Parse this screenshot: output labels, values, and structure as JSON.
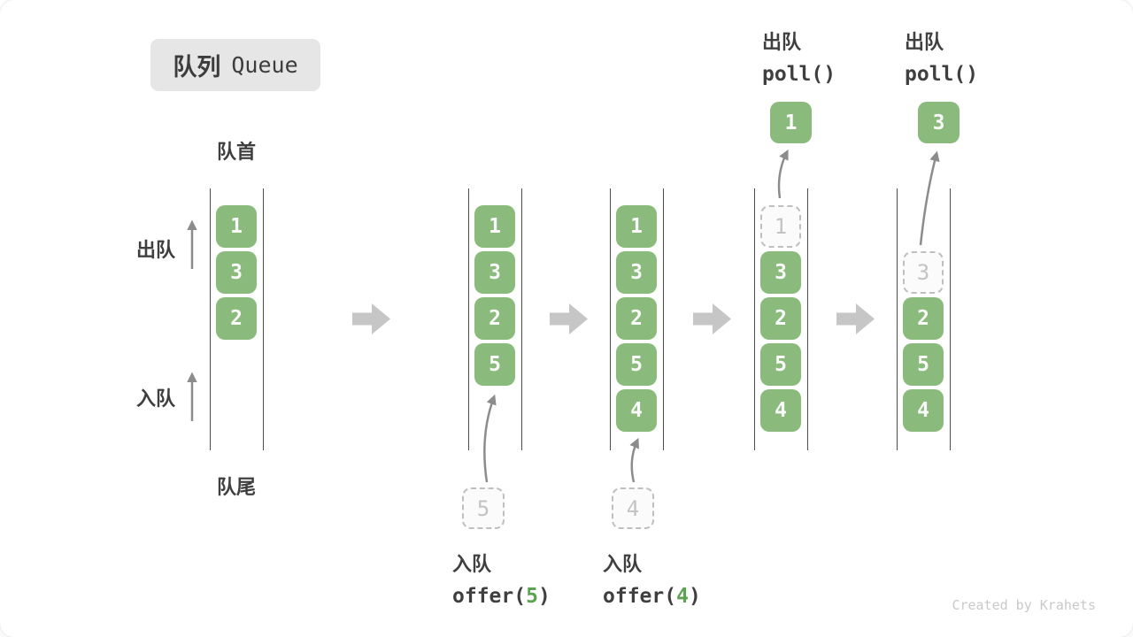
{
  "title": {
    "zh": "队列",
    "en": "Queue"
  },
  "labels": {
    "front": "队首",
    "rear": "队尾",
    "side_dequeue": "出队",
    "side_enqueue": "入队"
  },
  "stages": [
    {
      "name": "initial",
      "cells": [
        {
          "slot": 0,
          "value": "1",
          "state": "filled"
        },
        {
          "slot": 1,
          "value": "3",
          "state": "filled"
        },
        {
          "slot": 2,
          "value": "2",
          "state": "filled"
        }
      ]
    },
    {
      "name": "enqueue-5",
      "cells": [
        {
          "slot": 0,
          "value": "1",
          "state": "filled"
        },
        {
          "slot": 1,
          "value": "3",
          "state": "filled"
        },
        {
          "slot": 2,
          "value": "2",
          "state": "filled"
        },
        {
          "slot": 3,
          "value": "5",
          "state": "filled"
        }
      ],
      "incoming_value": "5",
      "caption": {
        "action": "入队",
        "code_before": "offer(",
        "code_arg": "5",
        "code_after": ")"
      }
    },
    {
      "name": "enqueue-4",
      "cells": [
        {
          "slot": 0,
          "value": "1",
          "state": "filled"
        },
        {
          "slot": 1,
          "value": "3",
          "state": "filled"
        },
        {
          "slot": 2,
          "value": "2",
          "state": "filled"
        },
        {
          "slot": 3,
          "value": "5",
          "state": "filled"
        },
        {
          "slot": 4,
          "value": "4",
          "state": "filled"
        }
      ],
      "incoming_value": "4",
      "caption": {
        "action": "入队",
        "code_before": "offer(",
        "code_arg": "4",
        "code_after": ")"
      }
    },
    {
      "name": "dequeue-1",
      "cells": [
        {
          "slot": 0,
          "value": "1",
          "state": "ghost"
        },
        {
          "slot": 1,
          "value": "3",
          "state": "filled"
        },
        {
          "slot": 2,
          "value": "2",
          "state": "filled"
        },
        {
          "slot": 3,
          "value": "5",
          "state": "filled"
        },
        {
          "slot": 4,
          "value": "4",
          "state": "filled"
        }
      ],
      "outgoing_value": "1",
      "top_label": {
        "action": "出队",
        "code": "poll()"
      }
    },
    {
      "name": "dequeue-3",
      "cells": [
        {
          "slot": 1,
          "value": "3",
          "state": "ghost"
        },
        {
          "slot": 2,
          "value": "2",
          "state": "filled"
        },
        {
          "slot": 3,
          "value": "5",
          "state": "filled"
        },
        {
          "slot": 4,
          "value": "4",
          "state": "filled"
        }
      ],
      "outgoing_value": "3",
      "top_label": {
        "action": "出队",
        "code": "poll()"
      }
    }
  ],
  "watermark": "Created by Krahets",
  "colors": {
    "cell_green": "#8abb7c",
    "code_arg_green": "#5ba352",
    "block_arrow_gray": "#c6c6c6",
    "thin_arrow_gray": "#8c8c8c",
    "ghost_border_gray": "#bfbfbf",
    "ghost_text_gray": "#c3c3c3",
    "wall_gray": "#4f4f4f",
    "text_dark": "#3f3f3f",
    "title_bg": "#e6e6e6",
    "watermark_gray": "#c9c9c9"
  }
}
